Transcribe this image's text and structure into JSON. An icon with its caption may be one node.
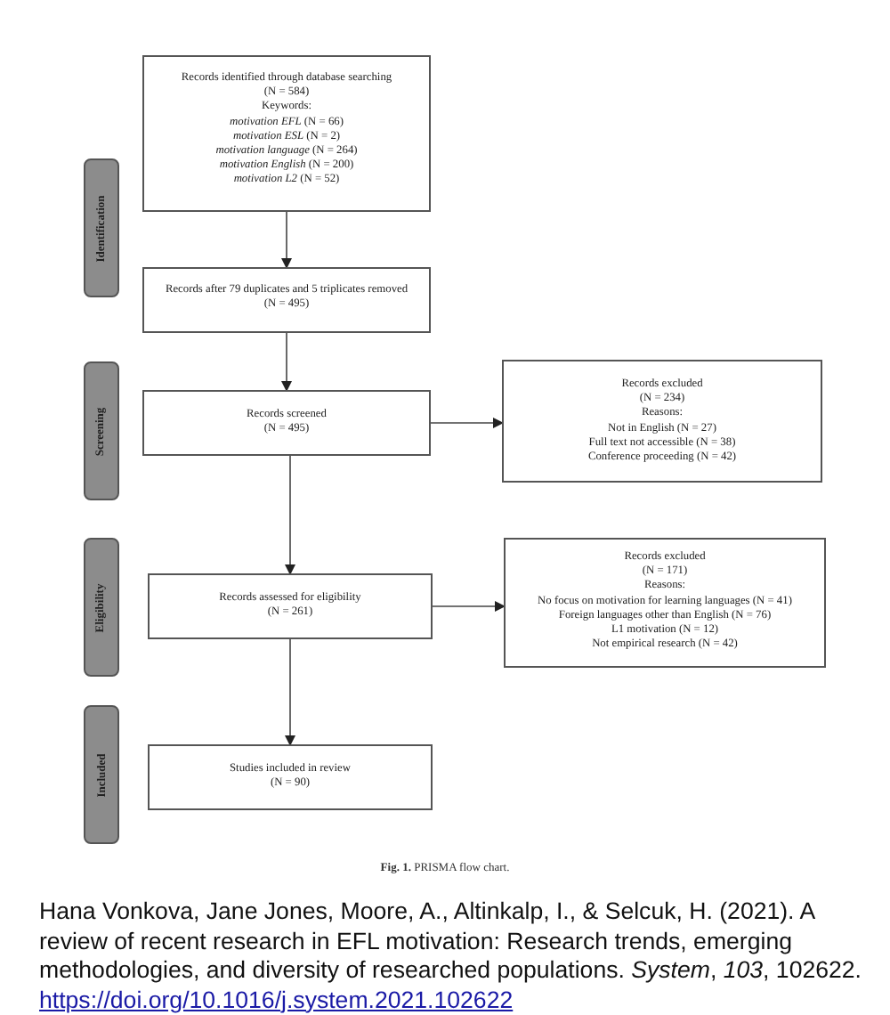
{
  "diagram": {
    "caption": "**Fig. 1.** PRISMA flow chart.",
    "nodes": [
      {
        "text": [
          "Identification"
        ]
      },
      {
        "text": [
          "Records identified through database searching",
          "(N = 584)",
          "Keywords:",
          "*motivation EFL* (N = 66)",
          "*motivation ESL* (N = 2)",
          "*motivation language* (N = 264)",
          "*motivation English* (N = 200)",
          "*motivation L2* (N = 52)"
        ]
      },
      {
        "text": [
          "Records after 79 duplicates and 5 triplicates removed",
          "(N = 495)"
        ]
      },
      {
        "text": [
          "Screening"
        ]
      },
      {
        "text": [
          "Records screened",
          "(N = 495)"
        ]
      },
      {
        "text": [
          "Records excluded",
          "(N = 234)",
          "Reasons:",
          "Not in English (N = 27)",
          "Full text not accessible (N = 38)",
          "Conference proceeding (N = 42)"
        ]
      },
      {
        "text": [
          "Eligibility"
        ]
      },
      {
        "text": [
          "Records assessed for eligibility",
          "(N = 261)"
        ]
      },
      {
        "text": [
          "Records excluded",
          "(N = 171)",
          "Reasons:",
          "No focus on motivation for learning languages (N = 41)",
          "Foreign languages other than English (N = 76)",
          "L1 motivation (N = 12)",
          "Not empirical research (N = 42)"
        ]
      },
      {
        "text": [
          "Included"
        ]
      },
      {
        "text": [
          "Studies included in review",
          "(N = 90)"
        ]
      }
    ],
    "edges": [
      {
        "from": 1,
        "to": 2,
        "arrow": "to"
      },
      {
        "from": 2,
        "to": 4,
        "arrow": "to"
      },
      {
        "from": 4,
        "to": 5,
        "arrow": "to"
      },
      {
        "from": 4,
        "to": 7,
        "arrow": "to"
      },
      {
        "from": 7,
        "to": 8,
        "arrow": "to"
      },
      {
        "from": 7,
        "to": 10,
        "arrow": "to"
      }
    ],
    "labels": [
      "Hana Vonkova, Jane Jones, Moore, A., Altinkalp, I., & Selcuk, H. (2021). A review of recent research in EFL motivation: Research trends, emerging methodologies, and diversity of researched populations. *System*, *103*, 102622.",
      "https://doi.org/10.1016/j.system.2021.102622"
    ]
  }
}
